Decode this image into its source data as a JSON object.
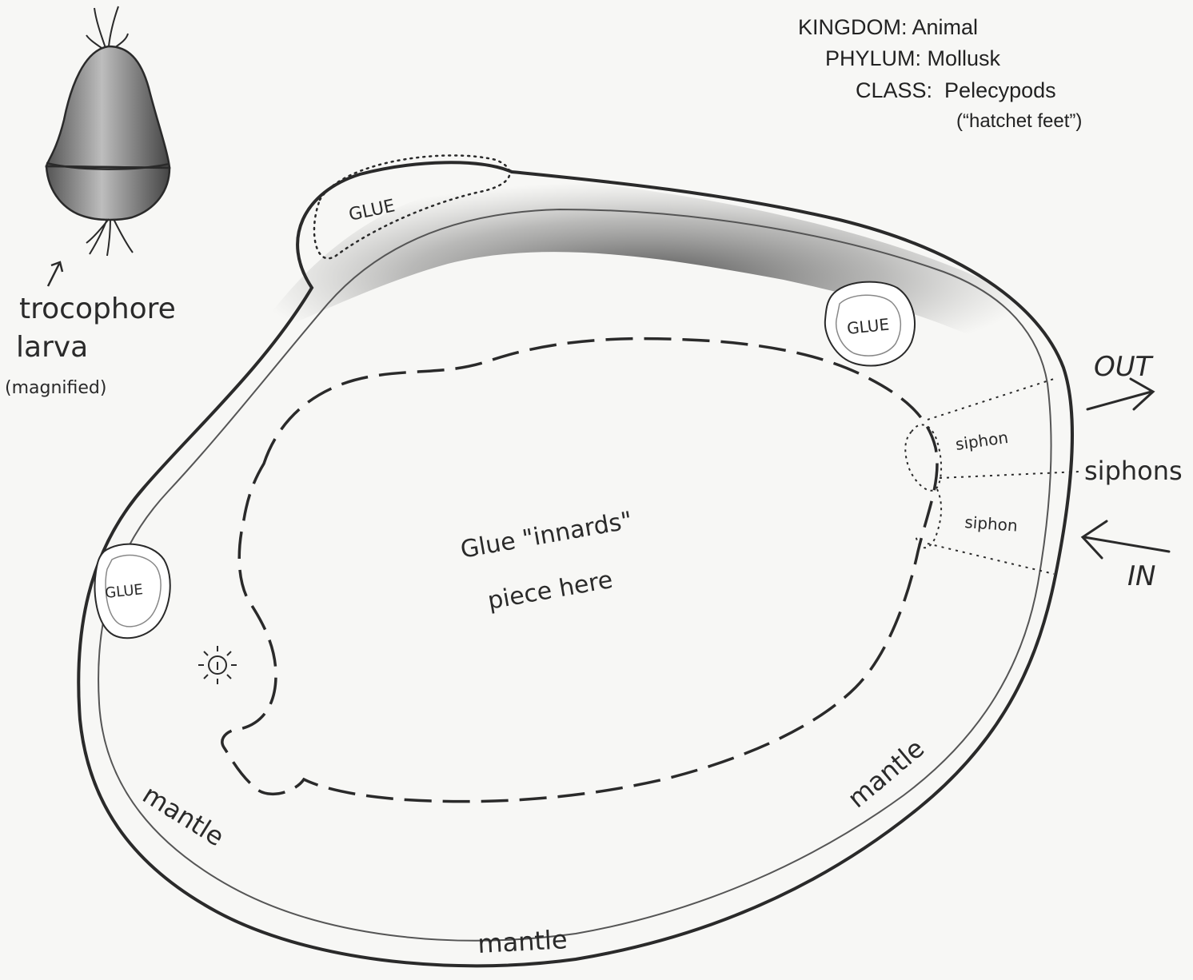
{
  "taxonomy": {
    "kingdom": "KINGDOM: Animal",
    "phylum": "PHYLUM: Mollusk",
    "class": "CLASS:  Pelecypods",
    "class_note": "(“hatchet feet”)"
  },
  "larva": {
    "label_line1": "trocophore",
    "label_line2": "larva",
    "note": "(magnified)"
  },
  "glue_labels": {
    "hinge": "GLUE",
    "upper_right": "GLUE",
    "left": "GLUE"
  },
  "center": {
    "line1": "Glue \"innards\"",
    "line2": "piece here"
  },
  "siphon": {
    "upper": "siphon",
    "lower": "siphon",
    "group": "siphons",
    "out": "OUT",
    "in": "IN"
  },
  "mantle": {
    "left": "mantle",
    "bottom": "mantle",
    "right": "mantle"
  },
  "colors": {
    "ink": "#2a2a2a",
    "paper": "#f7f7f5",
    "shading": "#3a3a3a"
  }
}
